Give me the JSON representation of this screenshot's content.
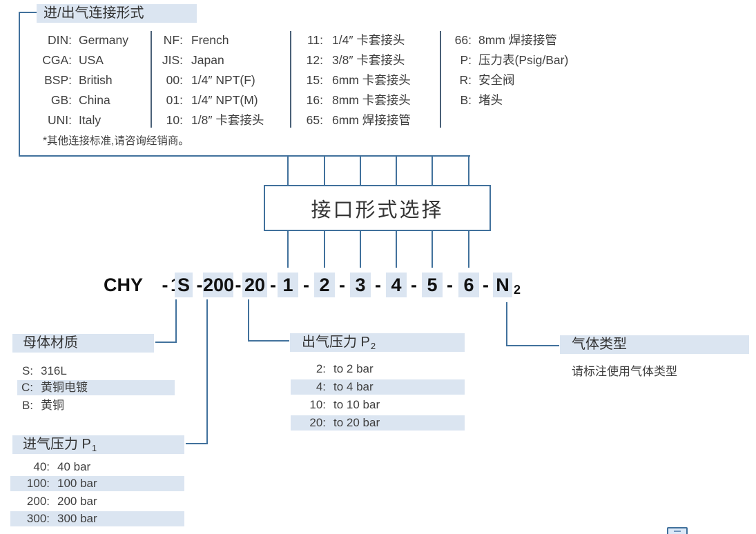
{
  "colors": {
    "highlight": "#dbe5f1",
    "line": "#41719c"
  },
  "connection": {
    "title": "进/出气连接形式",
    "footnote": "*其他连接标准,请咨询经销商。",
    "columns": [
      {
        "items": [
          {
            "code": "DIN:",
            "label": "Germany"
          },
          {
            "code": "CGA:",
            "label": "USA"
          },
          {
            "code": "BSP:",
            "label": "British"
          },
          {
            "code": "GB:",
            "label": "China"
          },
          {
            "code": "UNI:",
            "label": "Italy"
          }
        ]
      },
      {
        "items": [
          {
            "code": "NF:",
            "label": "French"
          },
          {
            "code": "JIS:",
            "label": "Japan"
          },
          {
            "code": "00:",
            "label": "1/4″ NPT(F)"
          },
          {
            "code": "01:",
            "label": "1/4″ NPT(M)"
          },
          {
            "code": "10:",
            "label": "1/8″ 卡套接头"
          }
        ]
      },
      {
        "items": [
          {
            "code": "11:",
            "label": "1/4″ 卡套接头"
          },
          {
            "code": "12:",
            "label": "3/8″ 卡套接头"
          },
          {
            "code": "15:",
            "label": "6mm 卡套接头"
          },
          {
            "code": "16:",
            "label": "8mm 卡套接头"
          },
          {
            "code": "65:",
            "label": "6mm 焊接接管"
          }
        ]
      },
      {
        "items": [
          {
            "code": "66:",
            "label": "8mm 焊接接管"
          },
          {
            "code": "P:",
            "label": "压力表(Psig/Bar)"
          },
          {
            "code": "R:",
            "label": "安全阀"
          },
          {
            "code": "B:",
            "label": "堵头"
          }
        ]
      }
    ]
  },
  "selector": {
    "label": "接口形式选择"
  },
  "code": {
    "full": "CHY - 1S -200- 20 - 1 - 2 - 3 - 4 - 5 - 6 - N2",
    "segments": [
      "CHY",
      "-",
      "1",
      "S",
      "-",
      "200",
      "-",
      "20",
      "-",
      "1",
      "-",
      "2",
      "-",
      "3",
      "-",
      "4",
      "-",
      "5",
      "-",
      "6",
      "-",
      "N",
      "2"
    ]
  },
  "body_material": {
    "title": "母体材质",
    "items": [
      {
        "code": "S:",
        "label": "316L"
      },
      {
        "code": "C:",
        "label": "黄铜电镀"
      },
      {
        "code": "B:",
        "label": "黄铜"
      }
    ]
  },
  "inlet_pressure": {
    "title": "进气压力 P",
    "title_sub": "1",
    "items": [
      {
        "code": "40:",
        "label": "40 bar"
      },
      {
        "code": "100:",
        "label": "100 bar"
      },
      {
        "code": "200:",
        "label": "200 bar"
      },
      {
        "code": "300:",
        "label": "300 bar"
      }
    ]
  },
  "outlet_pressure": {
    "title": "出气压力 P",
    "title_sub": "2",
    "items": [
      {
        "code": "2:",
        "label": "to 2 bar"
      },
      {
        "code": "4:",
        "label": "to 4 bar"
      },
      {
        "code": "10:",
        "label": "to 10 bar"
      },
      {
        "code": "20:",
        "label": "to 20 bar"
      }
    ]
  },
  "gas_type": {
    "title": "气体类型",
    "note": "请标注使用气体类型"
  }
}
